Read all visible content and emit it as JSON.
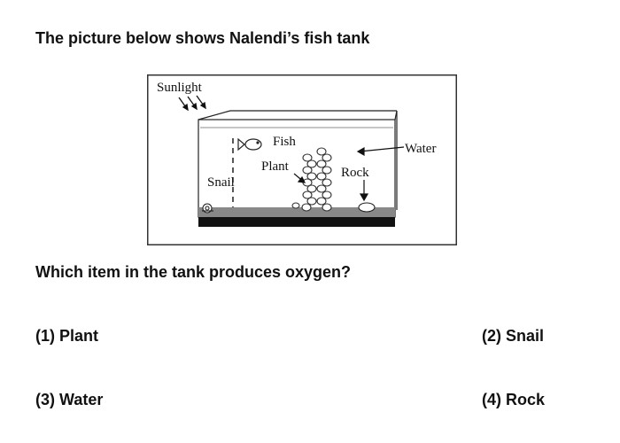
{
  "intro_text": "The picture below shows Nalendi’s fish tank",
  "figure": {
    "labels": {
      "sunlight": "Sunlight",
      "fish": "Fish",
      "plant": "Plant",
      "water": "Water",
      "rock": "Rock",
      "snail": "Snail"
    }
  },
  "question": "Which item in the tank produces oxygen?",
  "options": [
    {
      "label": "(1) Plant"
    },
    {
      "label": "(2) Snail"
    },
    {
      "label": "(3) Water"
    },
    {
      "label": "(4) Rock"
    }
  ]
}
